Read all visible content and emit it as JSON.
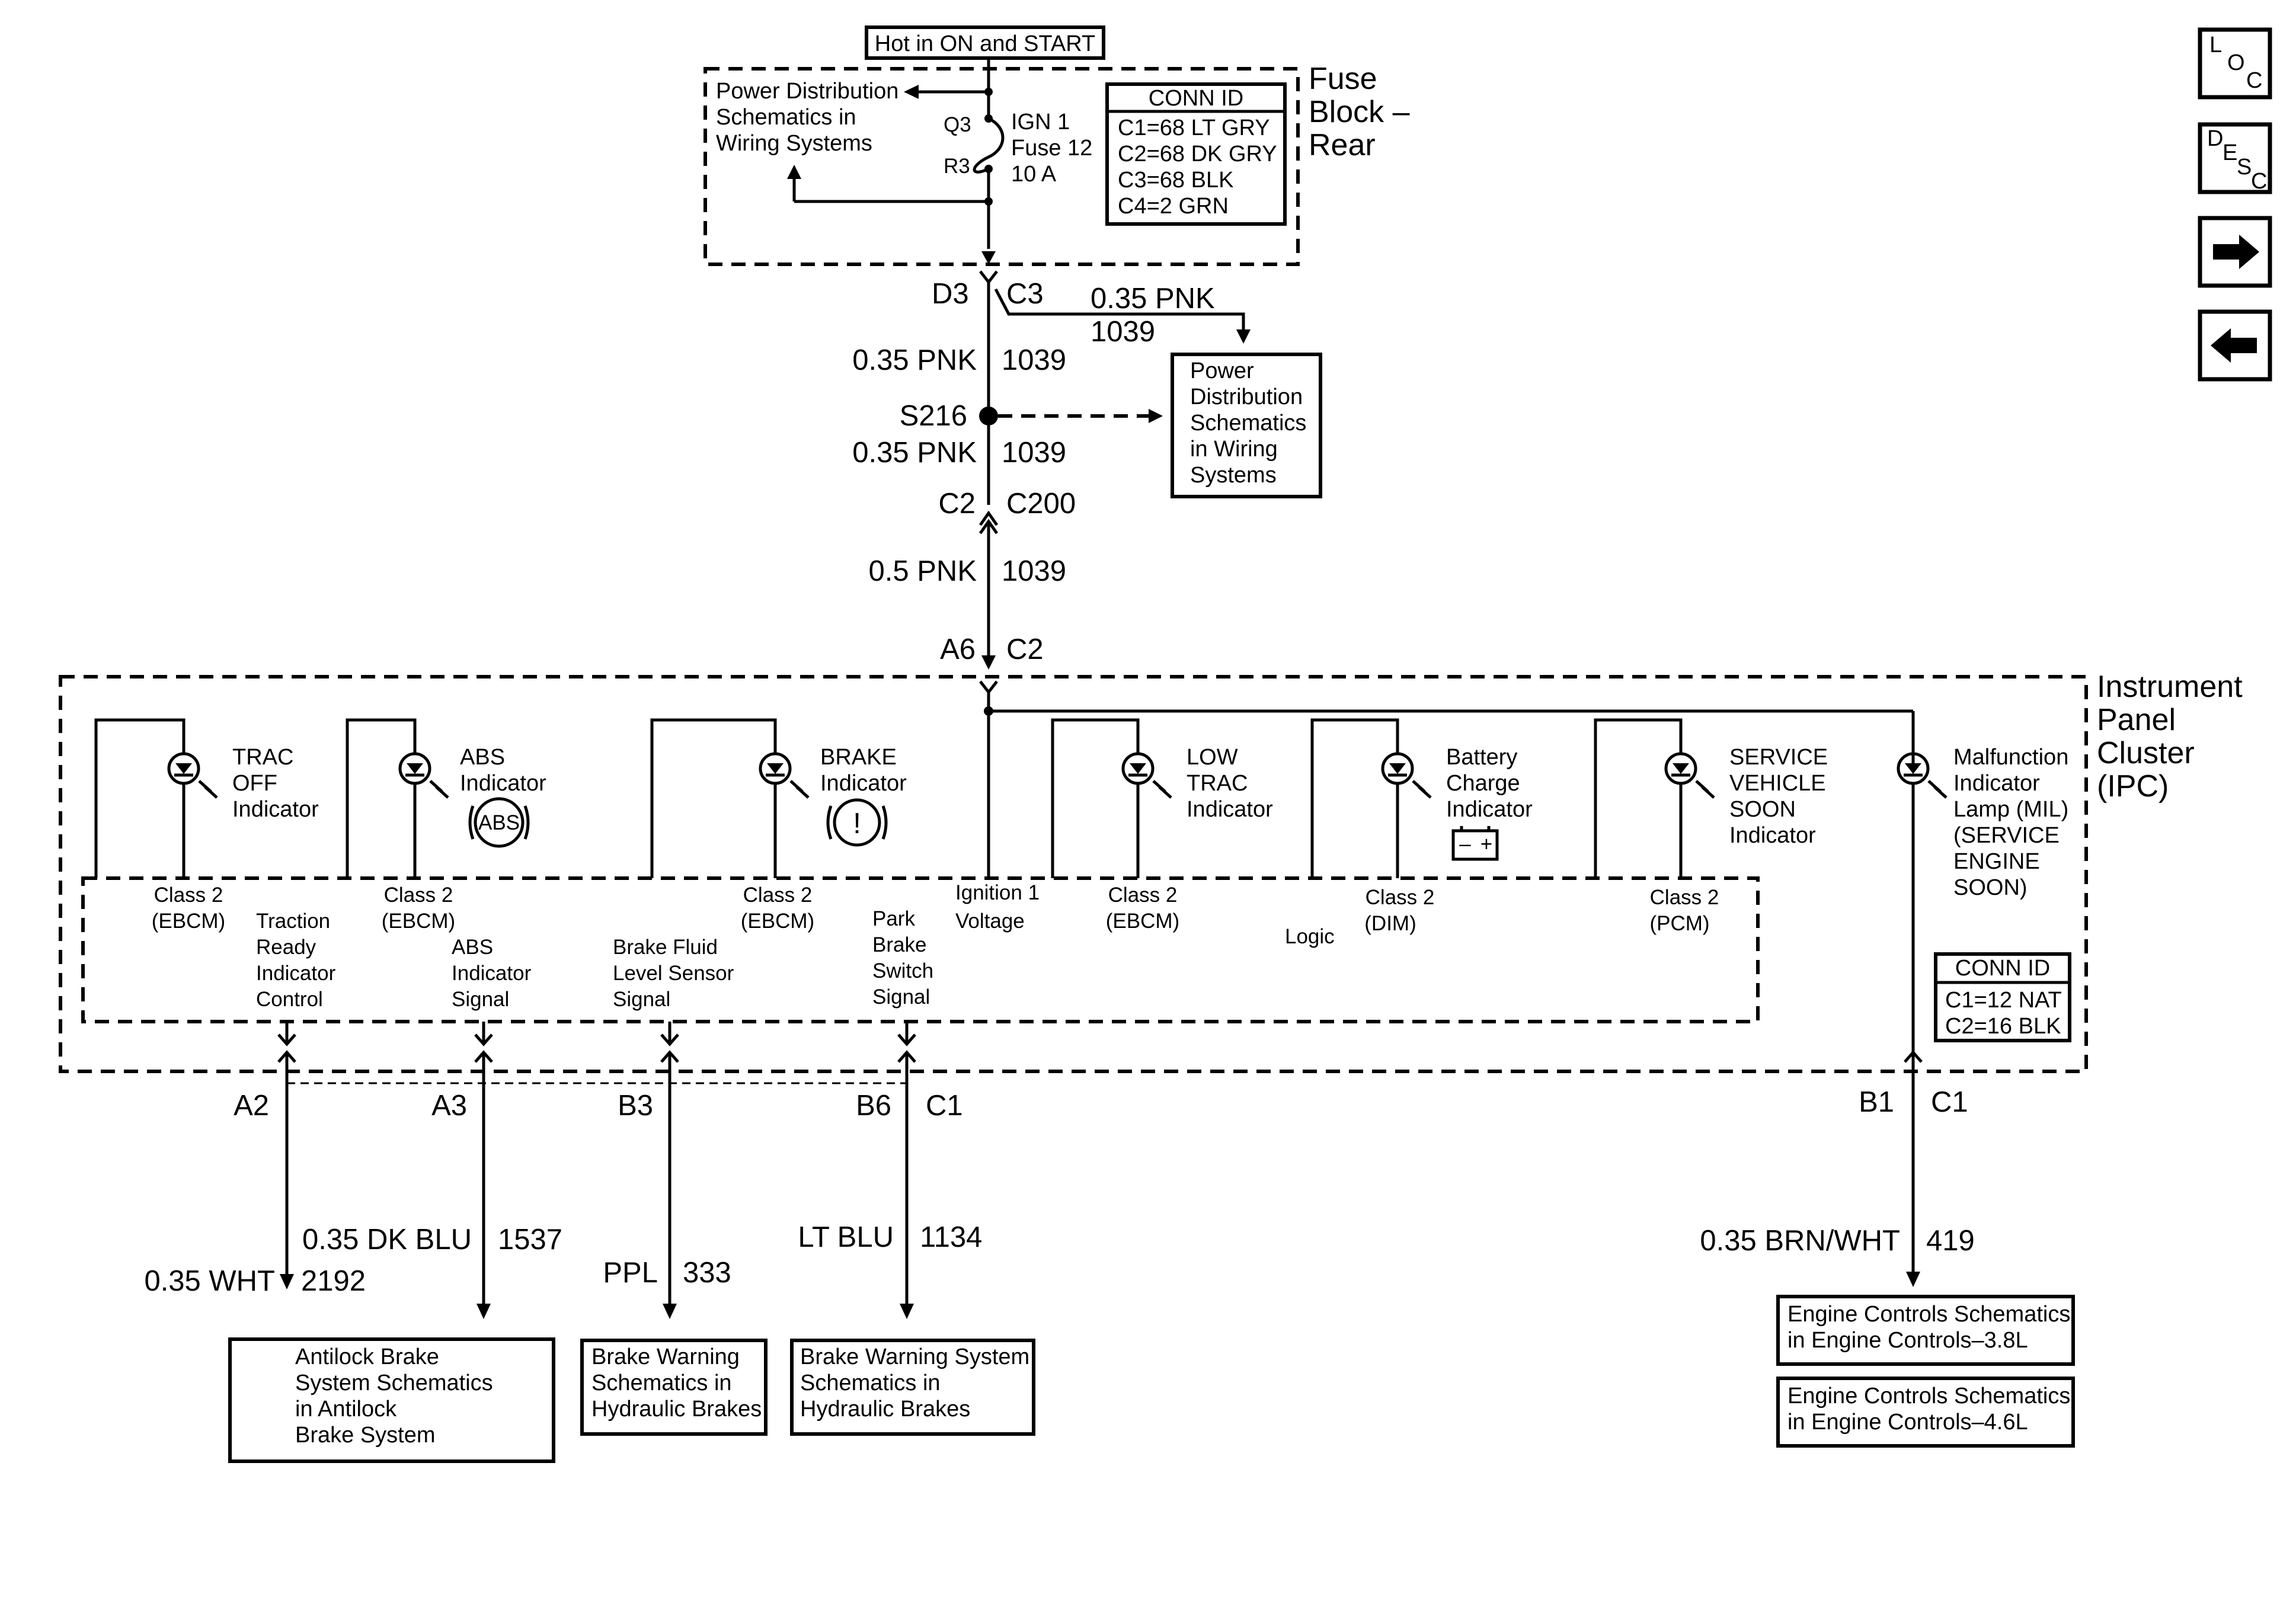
{
  "header": {
    "hot_label": "Hot in ON and START"
  },
  "fuse_block": {
    "title": [
      "Fuse",
      "Block –",
      "Rear"
    ],
    "power_dist_note": [
      "Power Distribution",
      "Schematics in",
      "Wiring Systems"
    ],
    "terminal_q3": "Q3",
    "terminal_r3": "R3",
    "fuse_label": [
      "IGN 1",
      "Fuse 12",
      "10 A"
    ],
    "conn_id_title": "CONN ID",
    "conn_id_rows": [
      "C1=68 LT GRY",
      "C2=68 DK GRY",
      "C3=68 BLK",
      "C4=2 GRN"
    ]
  },
  "main_circuit": {
    "conn_d3": "D3",
    "conn_c3": "C3",
    "branch_wire": "0.35 PNK",
    "branch_circuit": "1039",
    "wire1": "0.35 PNK",
    "circuit1": "1039",
    "splice": "S216",
    "wire2": "0.35 PNK",
    "circuit2": "1039",
    "conn_c2": "C2",
    "conn_c200": "C200",
    "wire3": "0.5 PNK",
    "circuit3": "1039",
    "conn_a6": "A6",
    "conn_c2_ipc": "C2",
    "power_dist_box": [
      "Power",
      "Distribution",
      "Schematics",
      "in Wiring",
      "Systems"
    ]
  },
  "ipc": {
    "title": [
      "Instrument",
      "Panel",
      "Cluster",
      "(IPC)"
    ],
    "indicators": [
      {
        "label": [
          "TRAC",
          "OFF",
          "Indicator"
        ]
      },
      {
        "label": [
          "ABS",
          "Indicator"
        ],
        "symbol": "ABS"
      },
      {
        "label": [
          "BRAKE",
          "Indicator"
        ],
        "symbol": "!"
      },
      {
        "label": [
          "LOW",
          "TRAC",
          "Indicator"
        ]
      },
      {
        "label": [
          "Battery",
          "Charge",
          "Indicator"
        ],
        "battery": [
          "–",
          "+"
        ]
      },
      {
        "label": [
          "SERVICE",
          "VEHICLE",
          "SOON",
          "Indicator"
        ]
      },
      {
        "label": [
          "Malfunction",
          "Indicator",
          "Lamp (MIL)",
          "(SERVICE",
          "ENGINE",
          "SOON)"
        ]
      }
    ],
    "module_labels": {
      "class2_ebcm_1": [
        "Class 2",
        "(EBCM)"
      ],
      "traction_ready": [
        "Traction",
        "Ready",
        "Indicator",
        "Control"
      ],
      "class2_ebcm_2": [
        "Class 2",
        "(EBCM)"
      ],
      "abs_signal": [
        "ABS",
        "Indicator",
        "Signal"
      ],
      "brake_fluid": [
        "Brake Fluid",
        "Level Sensor",
        "Signal"
      ],
      "class2_ebcm_3": [
        "Class 2",
        "(EBCM)"
      ],
      "park_brake": [
        "Park",
        "Brake",
        "Switch",
        "Signal"
      ],
      "ignition": [
        "Ignition 1",
        "Voltage"
      ],
      "class2_ebcm_4": [
        "Class 2",
        "(EBCM)"
      ],
      "logic": "Logic",
      "class2_dim": [
        "Class 2",
        "(DIM)"
      ],
      "class2_pcm": [
        "Class 2",
        "(PCM)"
      ]
    },
    "conn_id_title": "CONN ID",
    "conn_id_rows": [
      "C1=12 NAT",
      "C2=16 BLK"
    ]
  },
  "outputs": {
    "a2": {
      "pin": "A2",
      "wire": "0.35 WHT",
      "circuit": "2192"
    },
    "a3": {
      "pin": "A3",
      "wire": "0.35 DK BLU",
      "circuit": "1537"
    },
    "b3": {
      "pin": "B3",
      "wire": "PPL",
      "circuit": "333"
    },
    "b6": {
      "pin": "B6",
      "conn": "C1",
      "wire": "LT BLU",
      "circuit": "1134"
    },
    "b1": {
      "pin": "B1",
      "conn": "C1",
      "wire": "0.35 BRN/WHT",
      "circuit": "419"
    }
  },
  "destinations": {
    "antilock": [
      "Antilock Brake",
      "System Schematics",
      "in Antilock",
      "Brake System"
    ],
    "brake_warning_1": [
      "Brake Warning",
      "Schematics in",
      "Hydraulic Brakes"
    ],
    "brake_warning_2": [
      "Brake Warning System",
      "Schematics in",
      "Hydraulic Brakes"
    ],
    "engine_38": [
      "Engine Controls Schematics",
      "in Engine Controls–3.8L"
    ],
    "engine_46": [
      "Engine Controls Schematics",
      "in Engine Controls–4.6L"
    ]
  },
  "nav": {
    "loc": [
      "L",
      "O",
      "C"
    ],
    "desc": [
      "D",
      "E",
      "S",
      "C"
    ]
  }
}
